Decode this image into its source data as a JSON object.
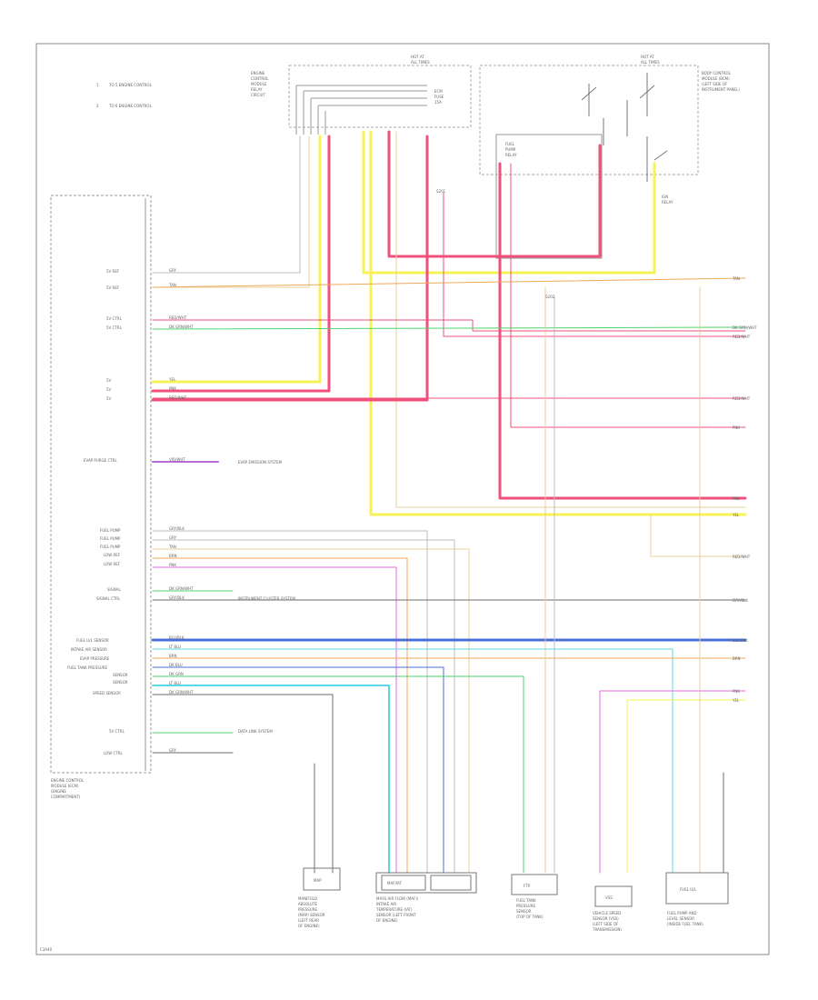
{
  "colors": {
    "red": "#f0507a",
    "yellow": "#f7f255",
    "green": "#4fd36b",
    "blue": "#4a6fd8",
    "cyan": "#5ad8e6",
    "magenta": "#e56be0",
    "violet": "#b66ad8",
    "orange": "#f0a95a",
    "tan": "#e8cf9e",
    "gray": "#bdbdbd",
    "dark": "#6e6e6e",
    "frame": "#8a8a8a"
  },
  "legend": [
    {
      "marker": "1",
      "text": "TO 5 ENGINE CONTROL"
    },
    {
      "marker": "2",
      "text": "TO 6 ENGINE CONTROL"
    }
  ],
  "ecm": {
    "caption_lines": [
      "ENGINE CONTROL",
      "MODULE (ECM)",
      "(ENGINE",
      "COMPARTMENT)"
    ],
    "pin_labels": [
      "5V REF",
      "5V REF",
      "5V CTRL",
      "5V CTRL",
      "5V",
      "5V",
      "5V",
      "EVAP PURGE CTRL",
      "FUEL PUMP",
      "FUEL PUMP",
      "FUEL PUMP",
      "LOW REF",
      "LOW REF",
      "SIGNAL",
      "SIGNAL CTRL",
      "FUEL LVL SENSOR",
      "INTAKE AIR SENSOR",
      "EVAP PRESSURE",
      "FUEL TANK PRESSURE",
      "SENSOR",
      "SENSOR",
      "SPEED SENSOR",
      "5V CTRL",
      "LOW CTRL"
    ]
  },
  "top": {
    "relay_left_caption": [
      "ENGINE",
      "CONTROL",
      "MODULE",
      "RELAY",
      "CIRCUIT"
    ],
    "fuse_left": [
      "HOT AT",
      "ALL TIMES"
    ],
    "fuse_right": [
      "HOT AT",
      "ALL TIMES"
    ],
    "relay_right_caption": [
      "BODY CONTROL",
      "MODULE (BCM)",
      "(LEFT SIDE OF",
      "INSTRUMENT PANEL)"
    ],
    "fuse_mid_labels": [
      "ECM",
      "FUSE",
      "15A"
    ],
    "relay_box_labels": [
      "FUEL",
      "PUMP",
      "RELAY"
    ],
    "switch_labels": [
      "IGN",
      "RELAY"
    ]
  },
  "splice_labels": [
    {
      "id": "s1",
      "text": "S201"
    },
    {
      "id": "s2",
      "text": "S202"
    }
  ],
  "wire_rows": [
    {
      "ecm": "GRY",
      "num": "5V REF"
    },
    {
      "ecm": "TAN",
      "num": "5V REF"
    },
    {
      "ecm": "RED/WHT",
      "num": "5V CTRL"
    },
    {
      "ecm": "DK GRN/WHT",
      "num": "5V CTRL"
    },
    {
      "ecm": "YEL",
      "num": "5V"
    },
    {
      "ecm": "PNK",
      "num": "5V"
    },
    {
      "ecm": "RED/WHT",
      "num": "5V"
    },
    {
      "ecm": "VIO/WHT",
      "num": "EVAP"
    },
    {
      "ecm": "GRY/BLK",
      "num": "FUEL"
    },
    {
      "ecm": "GRY",
      "num": "FUEL"
    },
    {
      "ecm": "TAN",
      "num": "FUEL"
    },
    {
      "ecm": "BRN",
      "num": "LOW"
    },
    {
      "ecm": "PNK",
      "num": "LOW"
    },
    {
      "ecm": "DK GRN/WHT",
      "num": "SIG"
    },
    {
      "ecm": "GRY/BLK",
      "num": "SIG"
    },
    {
      "ecm": "BLU/BLK",
      "num": "FUEL"
    },
    {
      "ecm": "LT BLU",
      "num": "IAT"
    },
    {
      "ecm": "BRN",
      "num": "EVAP"
    },
    {
      "ecm": "DK BLU",
      "num": "FTP"
    },
    {
      "ecm": "DK GRN",
      "num": "SENS"
    },
    {
      "ecm": "LT BLU",
      "num": "SENS"
    },
    {
      "ecm": "DK GRN/WHT",
      "num": "SPD"
    },
    {
      "ecm": "GRY",
      "num": "LOW"
    }
  ],
  "right_labels": [
    "TAN",
    "DK GRN/WHT",
    "RED/WHT",
    "RED/WHT",
    "PNK",
    "PNK",
    "YEL",
    "RED/WHT",
    "GRY/BLK",
    "BLU/BLK",
    "BRN",
    "PNK",
    "YEL"
  ],
  "notes": [
    {
      "id": "note1",
      "text": "INSTRUMENT CLUSTER SYSTEM"
    },
    {
      "id": "note2",
      "text": "EVAP EMISSION SYSTEM"
    },
    {
      "id": "note3",
      "text": "DATA LINK SYSTEM"
    }
  ],
  "components": [
    {
      "id": "c1",
      "box": "MAP",
      "caption": [
        "MANIFOLD",
        "ABSOLUTE",
        "PRESSURE",
        "(MAP) SENSOR",
        "(LEFT REAR",
        "OF ENGINE)"
      ]
    },
    {
      "id": "c2",
      "box": "MAF/IAT",
      "caption": [
        "MASS AIR FLOW (MAF)/",
        "INTAKE AIR",
        "TEMPERATURE (IAT)",
        "SENSOR (LEFT FRONT",
        "OF ENGINE)"
      ]
    },
    {
      "id": "c3",
      "box": "FTP",
      "caption": [
        "FUEL TANK",
        "PRESSURE",
        "SENSOR",
        "(TOP OF TANK)"
      ]
    },
    {
      "id": "c4",
      "box": "VSS",
      "caption": [
        "VEHICLE SPEED",
        "SENSOR (VSS)",
        "(LEFT SIDE OF",
        "TRANSMISSION)"
      ]
    },
    {
      "id": "c5",
      "box": "FUEL LVL",
      "caption": [
        "FUEL PUMP AND",
        "LEVEL SENSOR",
        "(INSIDE FUEL TANK)"
      ]
    }
  ],
  "footer_code": "C3A40"
}
